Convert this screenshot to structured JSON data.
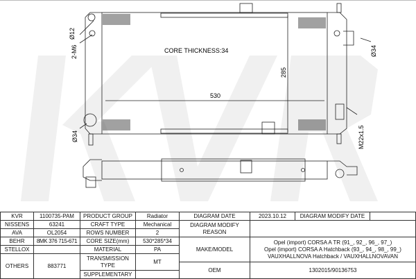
{
  "watermark": "KVR",
  "drawing": {
    "core_thickness": "CORE THICKNESS:34",
    "width_dim": "530",
    "height_dim": "285",
    "dia12": "Ø12",
    "m6": "2-M6",
    "dia34_left": "Ø34",
    "dia34_right": "Ø34",
    "thread": "M22x1.5"
  },
  "table": {
    "kvr_label": "KVR",
    "kvr": "1100735-PAM",
    "nissens_label": "NISSENS",
    "nissens": "63241",
    "ava_label": "AVA",
    "ava": "OL2054",
    "behr_label": "BEHR",
    "behr": "8MK 376 715-671",
    "stellox_label": "STELLOX",
    "stellox": "",
    "others_label": "OTHERS",
    "others": "883771",
    "product_group_label": "PRODUCT GROUP",
    "product_group": "Radiator",
    "craft_type_label": "CRAFT TYPE",
    "craft_type": "Mechanical",
    "rows_number_label": "ROWS NUMBER",
    "rows_number": "2",
    "core_size_label": "CORE SIZE(mm)",
    "core_size": "530*285*34",
    "material_label": "MATERIAL",
    "material": "PA",
    "transmission_label": "TRANSMISSION TYPE",
    "transmission": "MT",
    "supplementary_label": "SUPPLEMENTARY",
    "supplementary": "",
    "diagram_date_label": "DIAGRAM DATE",
    "diagram_date": "2023.10.12",
    "diagram_modify_date_label": "DIAGRAM MODIFY DATE",
    "diagram_modify_date": "",
    "modify_reason_label": "DIAGRAM MODIFY REASON",
    "modify_reason": "",
    "make_model_label": "MAKE/MODEL",
    "make_model": [
      "Opel (import) CORSA A TR (91_, 92_, 96_, 97_)",
      "Opel (import) CORSA A Hatchback (93_, 94_, 98_, 99_)",
      "VAUXHALLNOVA Hatchback / VAUXHALLNOVAVAN"
    ],
    "oem_label": "OEM",
    "oem": "1302015/90136753"
  }
}
